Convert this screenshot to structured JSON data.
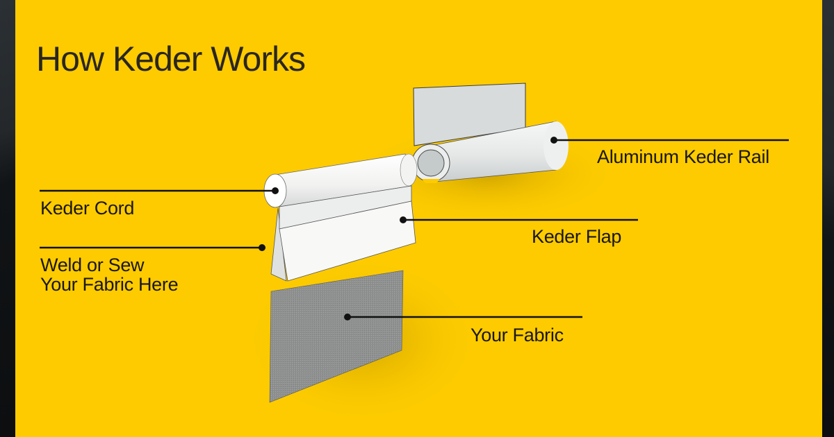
{
  "title": "How Keder Works",
  "colors": {
    "background": "#fdcb00",
    "frame": "#0e1113",
    "text": "#1a1714",
    "rail": "#dfe2e2",
    "cord": "#f4f4f2",
    "fabric": "#8d8f8f"
  },
  "labels": {
    "rail": "Aluminum Keder Rail",
    "cord": "Keder Cord",
    "flap": "Keder Flap",
    "weld_line1": "Weld or Sew",
    "weld_line2": "Your Fabric Here",
    "fabric": "Your Fabric"
  },
  "parts": [
    {
      "id": "rail",
      "name": "Aluminum Keder Rail"
    },
    {
      "id": "cord",
      "name": "Keder Cord"
    },
    {
      "id": "flap",
      "name": "Keder Flap"
    },
    {
      "id": "weld",
      "name": "Weld or Sew Your Fabric Here"
    },
    {
      "id": "fabric",
      "name": "Your Fabric"
    }
  ]
}
